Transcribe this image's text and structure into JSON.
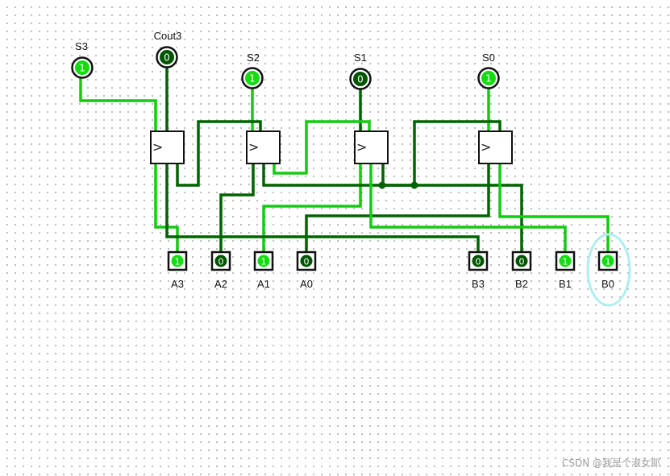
{
  "colors": {
    "wire_on": "#11cc11",
    "wire_off": "#006400",
    "pin_on": "#11dd11",
    "pin_off": "#005500",
    "pin_text": "#ffffff",
    "chip_stroke": "#111111",
    "chip_fill": "#ffffff",
    "selection": "#aeeef0",
    "label": "#111111"
  },
  "outputs": [
    {
      "id": "S3",
      "label": "S3",
      "value": "1",
      "on": true
    },
    {
      "id": "Cout3",
      "label": "Cout3",
      "value": "0",
      "on": false
    },
    {
      "id": "S2",
      "label": "S2",
      "value": "1",
      "on": true
    },
    {
      "id": "S1",
      "label": "S1",
      "value": "0",
      "on": false
    },
    {
      "id": "S0",
      "label": "S0",
      "value": "1",
      "on": true
    }
  ],
  "inputs": [
    {
      "id": "A3",
      "label": "A3",
      "value": "1",
      "on": true
    },
    {
      "id": "A2",
      "label": "A2",
      "value": "0",
      "on": false
    },
    {
      "id": "A1",
      "label": "A1",
      "value": "1",
      "on": true
    },
    {
      "id": "A0",
      "label": "A0",
      "value": "0",
      "on": false
    },
    {
      "id": "B3",
      "label": "B3",
      "value": "0",
      "on": false
    },
    {
      "id": "B2",
      "label": "B2",
      "value": "0",
      "on": false
    },
    {
      "id": "B1",
      "label": "B1",
      "value": "1",
      "on": true
    },
    {
      "id": "B0",
      "label": "B0",
      "value": "1",
      "on": true,
      "selected": true
    }
  ],
  "adders": [
    {
      "id": "adder-3",
      "clock_glyph": ">"
    },
    {
      "id": "adder-2",
      "clock_glyph": ">"
    },
    {
      "id": "adder-1",
      "clock_glyph": ">"
    },
    {
      "id": "adder-0",
      "clock_glyph": ">"
    }
  ],
  "watermark": "CSDN @我是个淑女耶"
}
